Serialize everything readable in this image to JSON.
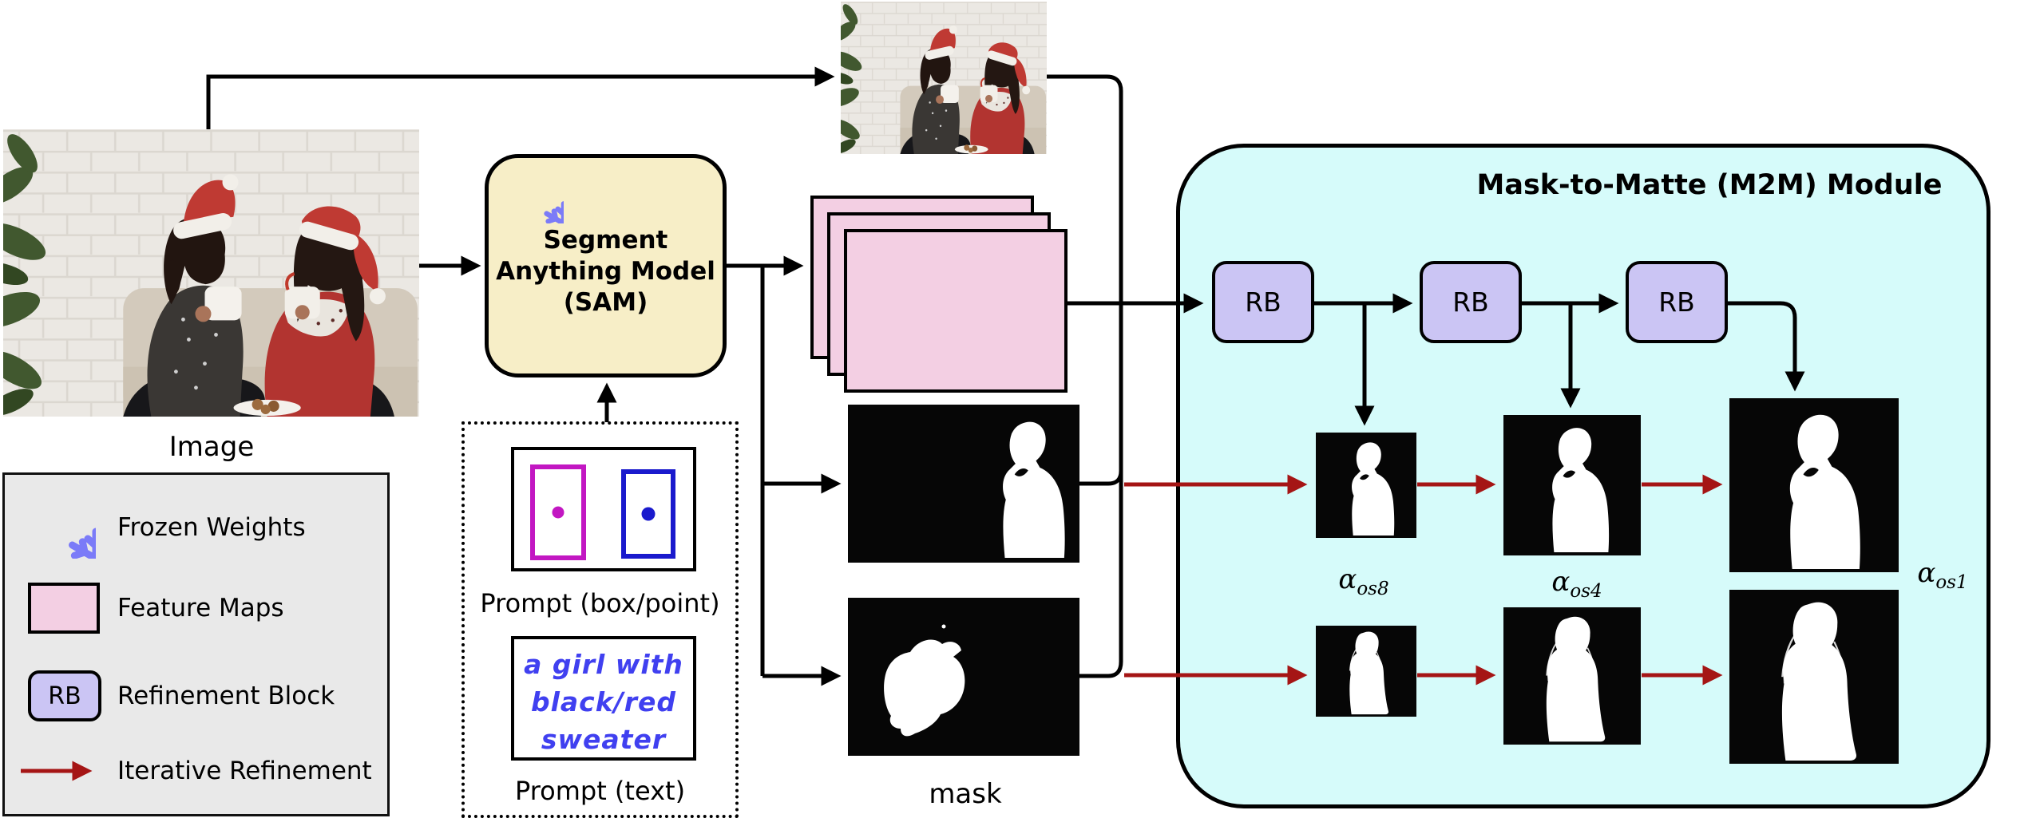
{
  "figure": {
    "input": {
      "label": "Image"
    },
    "sam": {
      "lines": [
        "Segment",
        "Anything Model",
        "(SAM)"
      ]
    },
    "prompts": {
      "box_point_label": "Prompt (box/point)",
      "text_label": "Prompt (text)",
      "text_lines": [
        "a girl with",
        "black/red",
        "sweater"
      ]
    },
    "mask_label": "mask",
    "m2m": {
      "title": "Mask-to-Matte (M2M) Module",
      "rb": "RB",
      "alphas": [
        {
          "base": "α",
          "sub": "os8"
        },
        {
          "base": "α",
          "sub": "os4"
        },
        {
          "base": "α",
          "sub": "os1"
        }
      ]
    },
    "legend": {
      "frozen": "Frozen Weights",
      "feature": "Feature Maps",
      "rb_badge": "RB",
      "refine": "Refinement Block",
      "iterative": "Iterative Refinement"
    },
    "colors": {
      "sam_fill": "#f7eec7",
      "m2m_fill": "#d6fbfa",
      "rb_fill": "#cbc5f4",
      "feature_pink": "#f3cfe3",
      "legend_bg": "#e9e9e9",
      "snowflake": "#7b7bf8",
      "iterative_red": "#a51515",
      "prompt_magenta": "#c217c2",
      "prompt_blue": "#1a1acd",
      "prompt_text_blue": "#4040f0"
    }
  }
}
